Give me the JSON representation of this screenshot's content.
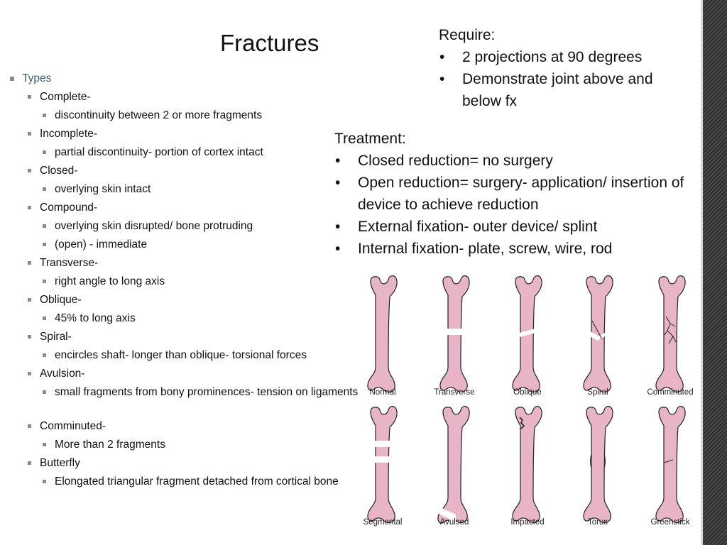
{
  "title": "Fractures",
  "types": {
    "label": "Types",
    "items": [
      {
        "name": "Complete-",
        "subs": [
          "discontinuity between 2 or more fragments"
        ]
      },
      {
        "name": "Incomplete-",
        "subs": [
          "partial discontinuity- portion of cortex intact"
        ]
      },
      {
        "name": "Closed-",
        "subs": [
          "overlying skin intact"
        ]
      },
      {
        "name": "Compound-",
        "subs": [
          "overlying skin disrupted/  bone protruding",
          "(open) - immediate"
        ]
      },
      {
        "name": "Transverse-",
        "subs": [
          "right angle to long axis"
        ]
      },
      {
        "name": "Oblique-",
        "subs": [
          "45% to long axis"
        ]
      },
      {
        "name": "Spiral-",
        "subs": [
          "encircles shaft- longer than oblique- torsional forces"
        ]
      },
      {
        "name": "Avulsion-",
        "subs": [
          "small fragments from bony prominences- tension on ligaments"
        ]
      },
      {
        "name": "Comminuted-",
        "subs": [
          "More than 2 fragments"
        ]
      },
      {
        "name": "Butterfly",
        "subs": [
          "Elongated triangular fragment detached from cortical bone"
        ]
      }
    ]
  },
  "require": {
    "heading": "Require:",
    "bullets": [
      "2 projections at 90 degrees",
      "Demonstrate joint above and below fx"
    ]
  },
  "treatment": {
    "heading": "Treatment:",
    "bullets": [
      "Closed reduction= no surgery",
      "Open reduction= surgery- application/ insertion of device to achieve reduction",
      "External fixation-  outer device/ splint",
      "Internal fixation- plate, screw, wire, rod"
    ]
  },
  "bullet_glyph": "•",
  "diagram": {
    "bone_color": "#e8b4c8",
    "top_row": [
      "Normal",
      "Transverse",
      "Oblique",
      "Spiral",
      "Comminuted"
    ],
    "bottom_row": [
      "Segmental",
      "Avulsed",
      "Impacted",
      "Torus",
      "Greenstick"
    ]
  }
}
